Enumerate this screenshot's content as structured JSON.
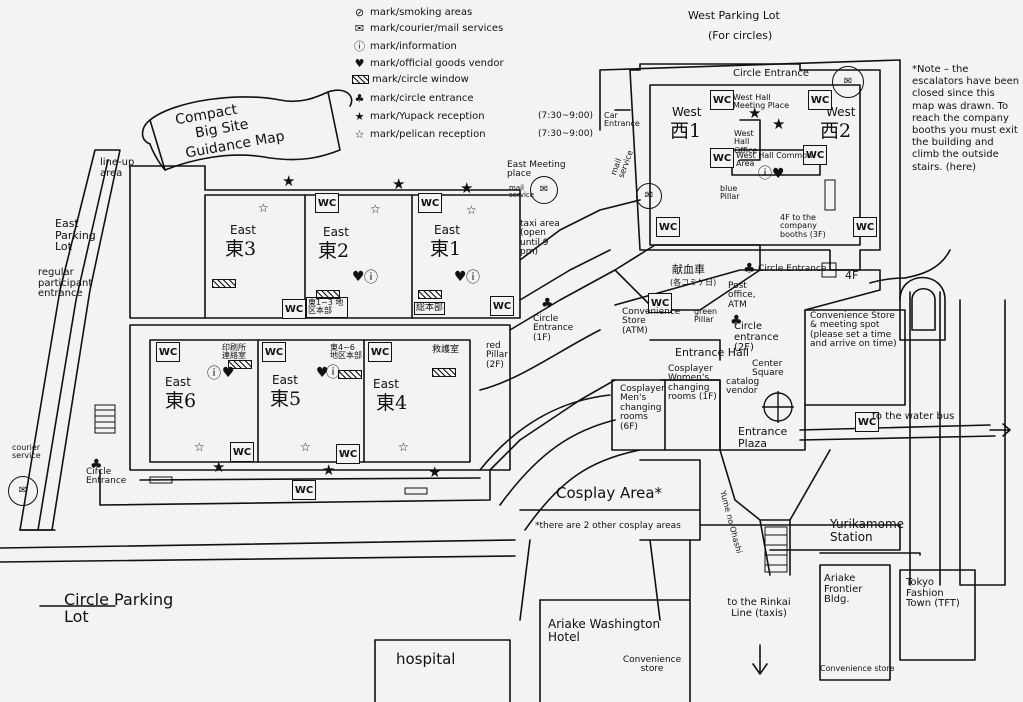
{
  "title": [
    "Compact",
    "Big Site",
    "Guidance Map"
  ],
  "legend": [
    {
      "icon": "smoking-icon",
      "glyph": "⊘",
      "text": "mark/smoking areas"
    },
    {
      "icon": "courier-icon",
      "glyph": "✉",
      "text": "mark/courier/mail services"
    },
    {
      "icon": "info-icon",
      "glyph": "ⓘ",
      "text": "mark/information"
    },
    {
      "icon": "heart-icon",
      "glyph": "♥",
      "text": "mark/official goods vendor"
    },
    {
      "icon": "hatch-icon",
      "glyph": "",
      "text": "mark/circle window"
    },
    {
      "icon": "club-icon",
      "glyph": "♣",
      "text": "mark/circle entrance"
    },
    {
      "icon": "star-icon",
      "glyph": "★",
      "text": "mark/Yupack reception"
    },
    {
      "icon": "outline-star-icon",
      "glyph": "☆",
      "text": "mark/pelican reception"
    }
  ],
  "legend_times": [
    "(7:30~9:00)",
    "(7:30~9:00)"
  ],
  "east_halls": [
    {
      "name": "East",
      "kanji": "東3"
    },
    {
      "name": "East",
      "kanji": "東2"
    },
    {
      "name": "East",
      "kanji": "東1"
    },
    {
      "name": "East",
      "kanji": "東6"
    },
    {
      "name": "East",
      "kanji": "東5"
    },
    {
      "name": "East",
      "kanji": "東4"
    }
  ],
  "west_halls": [
    {
      "name": "West",
      "kanji": "西1"
    },
    {
      "name": "West",
      "kanji": "西2"
    }
  ],
  "wc": "WC",
  "signs": {
    "east_hq_1_3": "東1~3 地区本部",
    "general_hq": "総本部",
    "east_hq_4_6": "東4~6 地区本部",
    "medical": "救護室",
    "print_office": "印刷所 連絡室",
    "blood": "献血車",
    "blood_sub": "(各コミケ日)"
  },
  "labels": {
    "west_parking": "West Parking Lot",
    "west_parking_sub": "(For circles)",
    "circle_entrance_top": "Circle Entrance",
    "west_meeting": "West Hall Meeting Place",
    "west_office": "West Hall Office",
    "west_common": "West Hall Common Area",
    "blue_pillar": "blue Pillar",
    "company_booths": "4F to the company booths (3F)",
    "car_entrance": "Car Entrance",
    "mail_service_west": "mail service",
    "east_meeting": "East Meeting place",
    "mail_service_east": "mail service",
    "taxi_area": "taxi area (open until 9 pm)",
    "line_up": "line-up area",
    "east_parking": "East Parking Lot",
    "regular_entrance": "regular participant entrance",
    "courier_left": "courier service",
    "circle_entrance_left": "Circle Entrance",
    "circle_entrance_1f": "Circle Entrance (1F)",
    "red_pillar": "red Pillar (2F)",
    "convenience_store": "Convenience Store (ATM)",
    "green_pillar": "green Pillar",
    "post_office": "Post office, ATM",
    "circle_entrance_2f": "Circle entrance (2F)",
    "circle_entrance_mid": "Circle Entrance",
    "entrance_hall": "Entrance Hall",
    "mens_changing": "Cosplayer Men's changing rooms (6F)",
    "womens_changing": "Cosplayer Women's changing rooms (1F)",
    "catalog_vendor": "catalog vendor",
    "center_square": "Center Square",
    "store_meeting": "Convenience Store & meeting spot (please set a time and arrive on time)",
    "fourf": "4F",
    "entrance_plaza": "Entrance Plaza",
    "water_bus": "to the water bus",
    "cosplay_area": "Cosplay Area*",
    "cosplay_note": "*there are 2 other cosplay areas",
    "yume_bridge": "Yume no Ohashi",
    "yurikamome": "Yurikamome Station",
    "rinkai": "to the Rinkai Line (taxis)",
    "ariake_frontier": "Ariake Frontier Bldg.",
    "frontier_store": "Convenience store",
    "tft": "Tokyo Fashion Town (TFT)",
    "washington": "Ariake Washington Hotel",
    "washington_store": "Convenience store",
    "hospital": "hospital",
    "circle_parking": "Circle Parking Lot",
    "escalator_note": "*Note – the escalators have been closed since this map was drawn. To reach the company booths you must exit the building and climb the outside stairs. (here)"
  },
  "colors": {
    "ink": "#111111",
    "paper": "#f3f3f1"
  }
}
